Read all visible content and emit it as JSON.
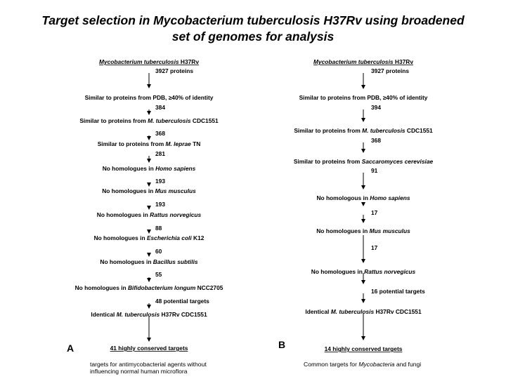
{
  "title": {
    "line1": "Target selection in Mycobacterium tuberculosis H37Rv using broadened",
    "line2": "set of genomes for analysis"
  },
  "panels": [
    {
      "letter": "A",
      "caption_line1": "targets for antimycobacterial agents without",
      "caption_line2": "influencing normal human microflora",
      "steps": [
        [
          {
            "t": "Mycobacterium tuberculosis",
            "i": true,
            "u": true
          },
          {
            "t": " H37Rv",
            "u": true
          }
        ],
        [
          {
            "t": "3927 proteins"
          }
        ],
        [
          {
            "t": "Similar to proteins from PDB, ≥40% of identity"
          }
        ],
        [
          {
            "t": "384"
          }
        ],
        [
          {
            "t": "Similar to proteins from "
          },
          {
            "t": "M. tuberculosis",
            "i": true
          },
          {
            "t": " CDC1551"
          }
        ],
        [
          {
            "t": "368"
          }
        ],
        [
          {
            "t": "Similar to proteins from "
          },
          {
            "t": "M. leprae",
            "i": true
          },
          {
            "t": " TN"
          }
        ],
        [
          {
            "t": "281"
          }
        ],
        [
          {
            "t": "No homologues in "
          },
          {
            "t": "Homo sapiens",
            "i": true
          }
        ],
        [
          {
            "t": "193"
          }
        ],
        [
          {
            "t": "No homologues in "
          },
          {
            "t": "Mus musculus",
            "i": true
          }
        ],
        [
          {
            "t": "193"
          }
        ],
        [
          {
            "t": "No homologues in "
          },
          {
            "t": "Rattus norvegicus",
            "i": true
          }
        ],
        [
          {
            "t": "88"
          }
        ],
        [
          {
            "t": "No homologues in "
          },
          {
            "t": "Escherichia coli",
            "i": true
          },
          {
            "t": " K12"
          }
        ],
        [
          {
            "t": "60"
          }
        ],
        [
          {
            "t": "No homologues in "
          },
          {
            "t": "Bacillus subtilis",
            "i": true
          }
        ],
        [
          {
            "t": "55"
          }
        ],
        [
          {
            "t": "No homologues in "
          },
          {
            "t": "Bifidobacterium longum",
            "i": true
          },
          {
            "t": " NCC2705"
          }
        ],
        [
          {
            "t": "48 potential targets"
          }
        ],
        [
          {
            "t": "Identical  "
          },
          {
            "t": "M. tuberculosis",
            "i": true
          },
          {
            "t": " H37Rv CDC1551"
          }
        ],
        [
          {
            "t": "41 highly conserved targets",
            "u": true
          }
        ]
      ]
    },
    {
      "letter": "B",
      "caption_line1": "Common targets for ",
      "caption_italic": "Mycobacteria",
      "caption_line1_end": " and fungi",
      "steps": [
        [
          {
            "t": "Mycobacterium tuberculosis",
            "i": true,
            "u": true
          },
          {
            "t": " H37Rv",
            "u": true
          }
        ],
        [
          {
            "t": "3927 proteins"
          }
        ],
        [
          {
            "t": "Similar to proteins from PDB, ≥40% of identity"
          }
        ],
        [
          {
            "t": "394"
          }
        ],
        [
          {
            "t": "Similar to proteins from "
          },
          {
            "t": "M. tuberculosis",
            "i": true
          },
          {
            "t": " CDC1551"
          }
        ],
        [
          {
            "t": "368"
          }
        ],
        [
          {
            "t": "Similar to proteins from "
          },
          {
            "t": "Saccaromyces cerevisiae",
            "i": true
          }
        ],
        [
          {
            "t": "91"
          }
        ],
        [
          {
            "t": "No homologous in "
          },
          {
            "t": "Homo sapiens",
            "i": true
          }
        ],
        [
          {
            "t": "17"
          }
        ],
        [
          {
            "t": "No homologues in "
          },
          {
            "t": "Mus musculus",
            "i": true
          }
        ],
        [
          {
            "t": "17"
          }
        ],
        [
          {
            "t": "No homologues in "
          },
          {
            "t": "Rattus norvegicus",
            "i": true
          }
        ],
        [
          {
            "t": "16 potential targets"
          }
        ],
        [
          {
            "t": "Identical  "
          },
          {
            "t": "M. tuberculosis",
            "i": true
          },
          {
            "t": " H37Rv CDC1551"
          }
        ],
        [
          {
            "t": "14 highly conserved targets",
            "u": true
          }
        ]
      ]
    }
  ]
}
